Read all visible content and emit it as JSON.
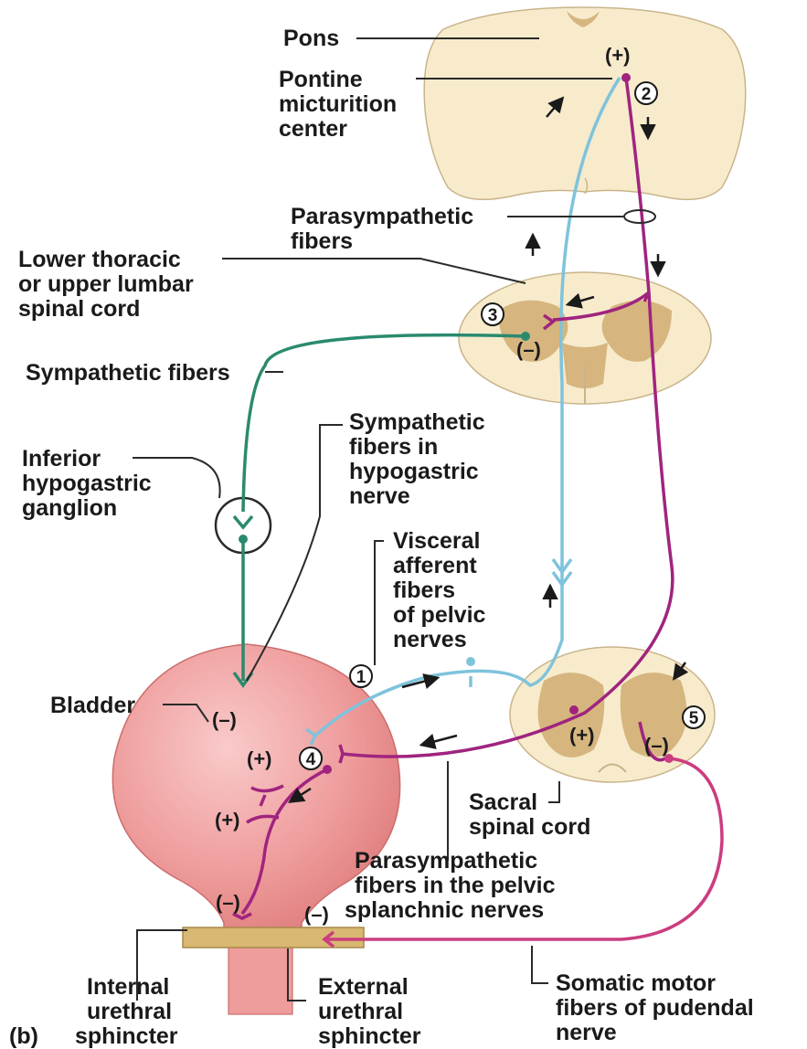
{
  "labels": {
    "pons": "Pons",
    "pontine": [
      "Pontine",
      "micturition",
      "center"
    ],
    "parasympathetic_fibers": [
      "Parasympathetic",
      "fibers"
    ],
    "lower_thoracic": [
      "Lower thoracic",
      "or upper lumbar",
      "spinal cord"
    ],
    "sympathetic_fibers": "Sympathetic fibers",
    "sympathetic_hypogastric": [
      "Sympathetic",
      "fibers in",
      "hypogastric",
      "nerve"
    ],
    "inferior_ganglion": [
      "Inferior",
      "hypogastric",
      "ganglion"
    ],
    "visceral_afferent": [
      "Visceral",
      "afferent",
      "fibers",
      "of pelvic",
      "nerves"
    ],
    "bladder": "Bladder",
    "sacral": [
      "Sacral",
      "spinal cord"
    ],
    "parasympathetic_pelvic": [
      "Parasympathetic",
      "fibers in the pelvic",
      "splanchnic nerves"
    ],
    "somatic_motor": [
      "Somatic motor",
      "fibers of pudendal",
      "nerve"
    ],
    "internal_sphincter": [
      "Internal",
      "urethral",
      "sphincter"
    ],
    "external_sphincter": [
      "External",
      "urethral",
      "sphincter"
    ],
    "panel": "(b)"
  },
  "signs": {
    "pons_plus": "(+)",
    "thoracic_minus": "(–)",
    "bladder_minus": "(–)",
    "bladder_plus_upper": "(+)",
    "bladder_plus_lower": "(+)",
    "bladder_minus_lower": "(–)",
    "sacral_plus": "(+)",
    "sacral_minus": "(–)",
    "external_minus": "(–)"
  },
  "steps": [
    "1",
    "2",
    "3",
    "4",
    "5"
  ],
  "colors": {
    "parasympathetic": "#a0247f",
    "sympathetic": "#2a8a6e",
    "afferent": "#7fc3dc",
    "somatic": "#cc3d7f",
    "spinal_cord": "#f7ebcc",
    "gray_matter": "#d6b57f",
    "bladder": "#ef9c9c",
    "sphincter": "#d8b872"
  }
}
